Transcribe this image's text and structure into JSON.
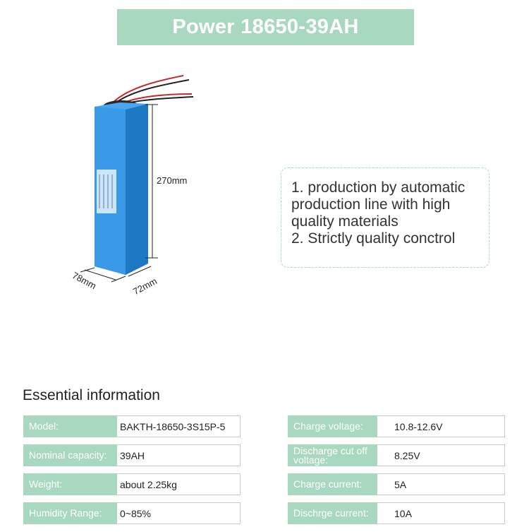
{
  "title": "Power 18650-39AH",
  "product": {
    "height_label": "270mm",
    "width_label": "78mm",
    "depth_label": "72mm",
    "colors": {
      "battery_blue": "#2e8fdc",
      "banner_green": "#a8d8c0"
    }
  },
  "description": {
    "lines": [
      "1. production by automatic",
      "production line with high",
      "quality materials",
      "2. Strictly quality conctrol"
    ]
  },
  "essential": {
    "title": "Essential information",
    "left": [
      {
        "label": "Model:",
        "value": "BAKTH-18650-3S15P-5"
      },
      {
        "label": "Nominal capacity:",
        "value": "39AH"
      },
      {
        "label": "Weight:",
        "value": "about 2.25kg"
      },
      {
        "label": "Humidity Range:",
        "value": "0~85%"
      }
    ],
    "right": [
      {
        "label": "Charge voltage:",
        "value": "10.8-12.6V"
      },
      {
        "label": "Discharge cut off voltage:",
        "value": "8.25V"
      },
      {
        "label": "Charge current:",
        "value": "5A"
      },
      {
        "label": "Dischrge current:",
        "value": "10A"
      }
    ]
  }
}
